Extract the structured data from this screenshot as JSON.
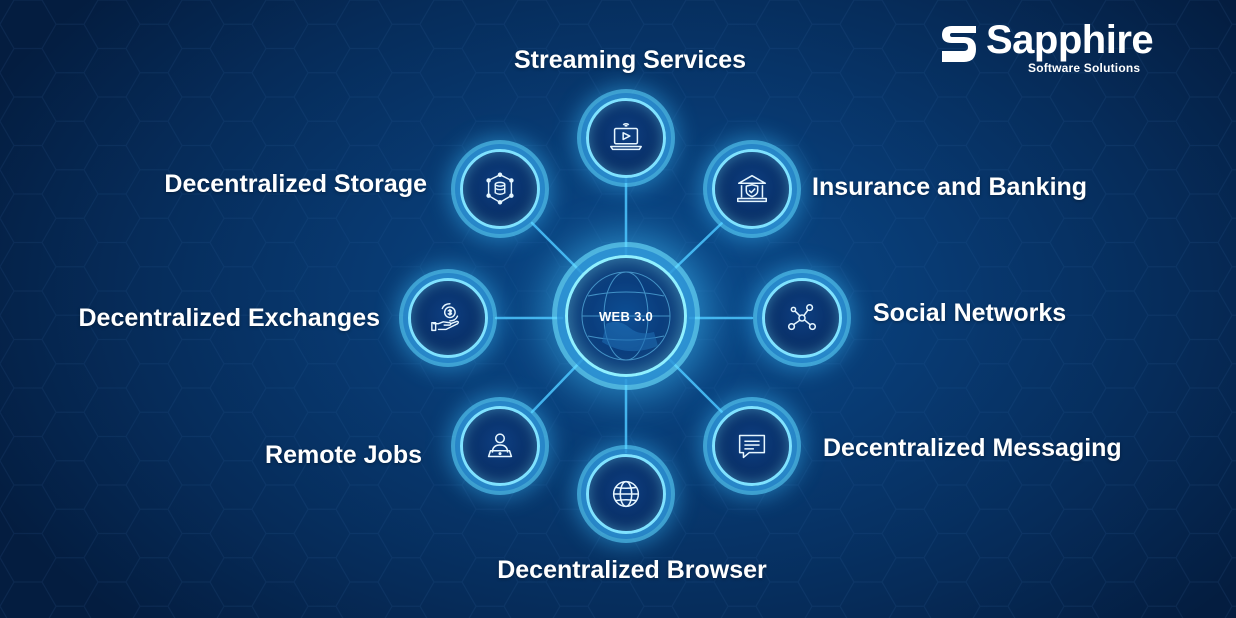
{
  "brand": {
    "name": "Sapphire",
    "tagline": "Software Solutions"
  },
  "hub": {
    "label": "WEB 3.0"
  },
  "nodes": [
    {
      "label": "Streaming Services",
      "icon": "laptop-play-icon"
    },
    {
      "label": "Insurance and Banking",
      "icon": "bank-shield-icon"
    },
    {
      "label": "Social Networks",
      "icon": "network-nodes-icon"
    },
    {
      "label": "Decentralized Messaging",
      "icon": "chat-message-icon"
    },
    {
      "label": "Decentralized Browser",
      "icon": "globe-icon"
    },
    {
      "label": "Remote Jobs",
      "icon": "person-laptop-icon"
    },
    {
      "label": "Decentralized Exchanges",
      "icon": "hand-coin-exchange-icon"
    },
    {
      "label": "Decentralized Storage",
      "icon": "database-network-icon"
    }
  ],
  "colors": {
    "background": "#083a72",
    "glow": "#7fe2ff",
    "text": "#ffffff"
  }
}
